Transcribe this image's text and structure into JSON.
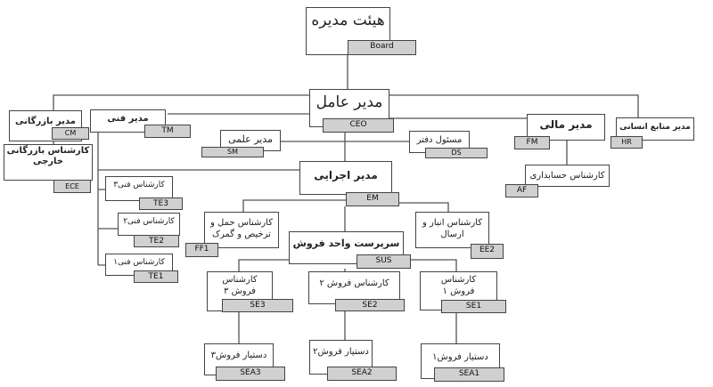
{
  "nodes": {
    "board": {
      "title": "هیئت مدیره",
      "code": "Board"
    },
    "ceo": {
      "title": "مدیر عامل",
      "code": "CEO"
    },
    "cm": {
      "title": "مدیر بازرگانی",
      "code": "CM"
    },
    "ece": {
      "title": "کارشناس بازرگانی خارجی",
      "code": "ECE"
    },
    "tm": {
      "title": "مدیر فنی",
      "code": "TM"
    },
    "sm": {
      "title": "مدیر علمی",
      "code": "SM"
    },
    "ds": {
      "title": "مسئول دفتر",
      "code": "DS"
    },
    "fm": {
      "title": "مدیر مالی",
      "code": "FM"
    },
    "hr": {
      "title": "مدیر منابع انسانی",
      "code": "HR"
    },
    "af": {
      "title": "کارشناس حسابداری",
      "code": "AF"
    },
    "em": {
      "title": "مدیر اجرایی",
      "code": "EM"
    },
    "te3": {
      "title": "کارشناس فنی۳",
      "code": "TE3"
    },
    "te2": {
      "title": "کارشناس فنی۲",
      "code": "TE2"
    },
    "te1": {
      "title": "کارشناس فنی۱",
      "code": "TE1"
    },
    "ff1": {
      "title": "کارشناس حمل و ترخیص و گمرک",
      "code": "FF1"
    },
    "ee2": {
      "title": "کارشناس انبار و ارسال",
      "code": "EE2"
    },
    "sus": {
      "title": "سرپرست واحد فروش",
      "code": "SUS"
    },
    "se3": {
      "title": "کارشناس فروش ۳",
      "code": "SE3"
    },
    "se2": {
      "title": "کارشناس فروش ۲",
      "code": "SE2"
    },
    "se1": {
      "title": "کارشناس فروش ۱",
      "code": "SE1"
    },
    "sea3": {
      "title": "دستیار فروش۳",
      "code": "SEA3"
    },
    "sea2": {
      "title": "دستیار فروش۲",
      "code": "SEA2"
    },
    "sea1": {
      "title": "دستیار فروش۱",
      "code": "SEA1"
    }
  }
}
